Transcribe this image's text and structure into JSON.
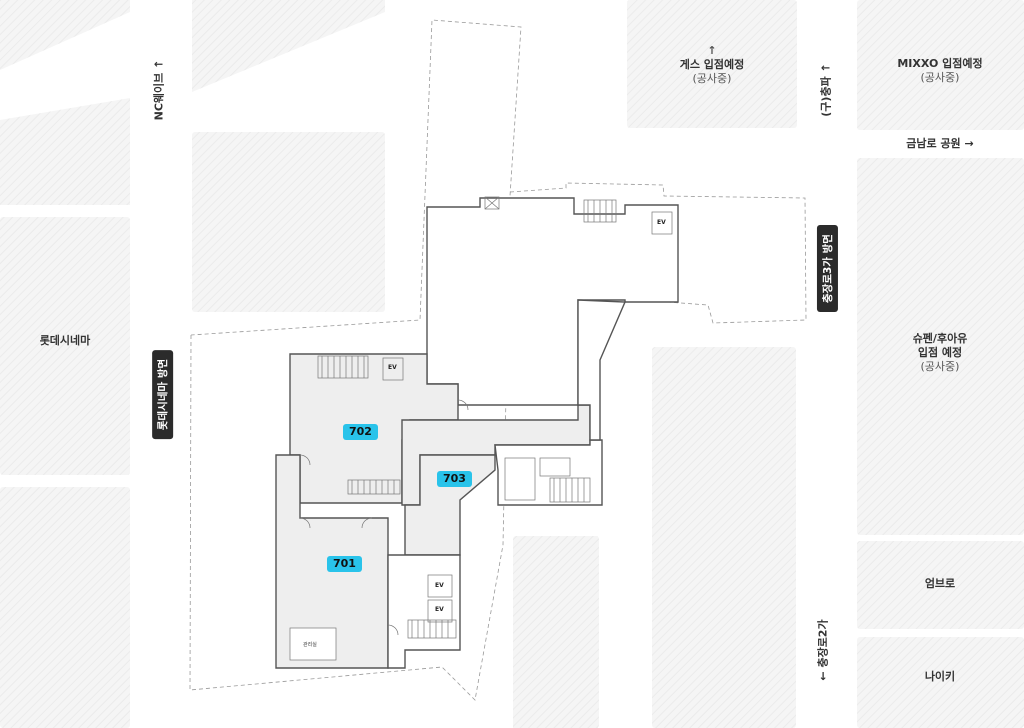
{
  "blocks": {
    "lotte_cinema": "롯데시네마",
    "guess": {
      "name": "게스 입점예정",
      "status": "(공사중)"
    },
    "mixxo": {
      "name": "MIXXO 입점예정",
      "status": "(공사중)"
    },
    "supen": {
      "line1": "슈펜/후아유",
      "line2": "입점 예정",
      "status": "(공사중)"
    },
    "umbro": "엄브로",
    "nike": "나이키"
  },
  "streets": {
    "nc_wave": "NC웨이브 ↑",
    "old_chungpa": "(구)충파 ↑",
    "geumnamro_park": "금남로 공원 →",
    "chungjangro3_dir": "충장로3가 방면",
    "lotte_cinema_dir": "롯데시네마 방면",
    "chungjangro2": "← 충장로2가"
  },
  "units": [
    "702",
    "703",
    "701"
  ],
  "floor_labels": {
    "ev": "EV",
    "management_room": "관리실"
  },
  "colors": {
    "floor_fill": "#eeeeee",
    "wall": "#555555",
    "block_fill": "#f4f4f4",
    "unit_badge": "#29c3ea",
    "dark_badge": "#2b2b2b"
  }
}
